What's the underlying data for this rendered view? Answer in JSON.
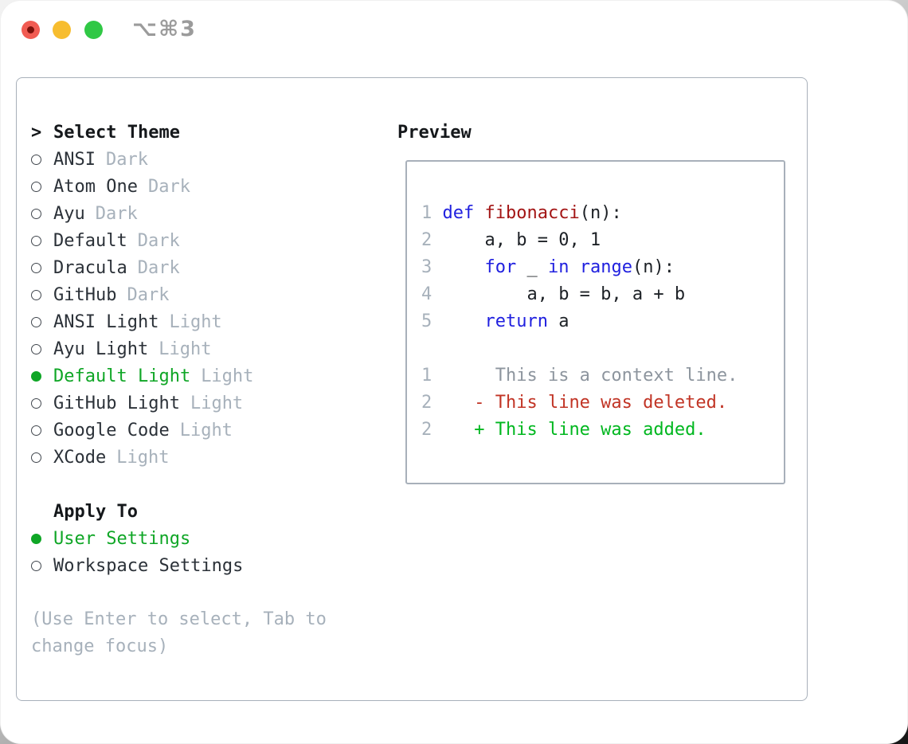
{
  "window": {
    "shortcut": "⌥⌘3",
    "traffic_lights": {
      "close": "red",
      "minimize": "yellow",
      "zoom": "green"
    }
  },
  "colors": {
    "accent_green": "#0fa626",
    "muted": "#a7b1bb",
    "text": "#2b3138",
    "heading": "#15181b",
    "kw_blue": "#2020df",
    "fn_red": "#a31515",
    "diff_del": "#c13425",
    "diff_add": "#00b71f",
    "ctx_gray": "#8d959e",
    "panel_border": "#a8b0ba"
  },
  "theme_list": {
    "prompt": ">",
    "header": "Select Theme",
    "items": [
      {
        "name": "ANSI",
        "variant": "Dark",
        "selected": false
      },
      {
        "name": "Atom One",
        "variant": "Dark",
        "selected": false
      },
      {
        "name": "Ayu",
        "variant": "Dark",
        "selected": false
      },
      {
        "name": "Default",
        "variant": "Dark",
        "selected": false
      },
      {
        "name": "Dracula",
        "variant": "Dark",
        "selected": false
      },
      {
        "name": "GitHub",
        "variant": "Dark",
        "selected": false
      },
      {
        "name": "ANSI Light",
        "variant": "Light",
        "selected": false
      },
      {
        "name": "Ayu Light",
        "variant": "Light",
        "selected": false
      },
      {
        "name": "Default Light",
        "variant": "Light",
        "selected": true
      },
      {
        "name": "GitHub Light",
        "variant": "Light",
        "selected": false
      },
      {
        "name": "Google Code",
        "variant": "Light",
        "selected": false
      },
      {
        "name": "XCode",
        "variant": "Light",
        "selected": false
      }
    ]
  },
  "apply_to": {
    "header": "Apply To",
    "options": [
      {
        "label": "User Settings",
        "selected": true
      },
      {
        "label": "Workspace Settings",
        "selected": false
      }
    ]
  },
  "hint": "(Use Enter to select, Tab to change focus)",
  "preview": {
    "header": "Preview",
    "lines": [
      {
        "name": "code-line-1",
        "segs": [
          [
            "1 ",
            "ln"
          ],
          [
            "def",
            "kw"
          ],
          [
            " ",
            "pl"
          ],
          [
            "fibonacci",
            "fn"
          ],
          [
            "(n):",
            "pl"
          ]
        ]
      },
      {
        "name": "code-line-2",
        "segs": [
          [
            "2 ",
            "ln"
          ],
          [
            "    a, b = 0, 1",
            "pl"
          ]
        ]
      },
      {
        "name": "code-line-3",
        "segs": [
          [
            "3 ",
            "ln"
          ],
          [
            "    ",
            "pl"
          ],
          [
            "for",
            "kw"
          ],
          [
            " _ ",
            "pl"
          ],
          [
            "in",
            "kw"
          ],
          [
            " ",
            "pl"
          ],
          [
            "range",
            "kw"
          ],
          [
            "(n):",
            "pl"
          ]
        ]
      },
      {
        "name": "code-line-4",
        "segs": [
          [
            "4 ",
            "ln"
          ],
          [
            "        a, b = b, a + b",
            "pl"
          ]
        ]
      },
      {
        "name": "code-line-5",
        "segs": [
          [
            "5 ",
            "ln"
          ],
          [
            "    ",
            "pl"
          ],
          [
            "return",
            "kw"
          ],
          [
            " a",
            "pl"
          ]
        ]
      },
      {
        "name": "blank-line",
        "segs": []
      },
      {
        "name": "diff-context-line",
        "segs": [
          [
            "1 ",
            "ln"
          ],
          [
            "     This is a context line.",
            "ctx"
          ]
        ]
      },
      {
        "name": "diff-deleted-line",
        "segs": [
          [
            "2 ",
            "ln"
          ],
          [
            "   - This line was deleted.",
            "del"
          ]
        ]
      },
      {
        "name": "diff-added-line",
        "segs": [
          [
            "2 ",
            "ln"
          ],
          [
            "   + This line was added.",
            "add"
          ]
        ]
      }
    ]
  }
}
